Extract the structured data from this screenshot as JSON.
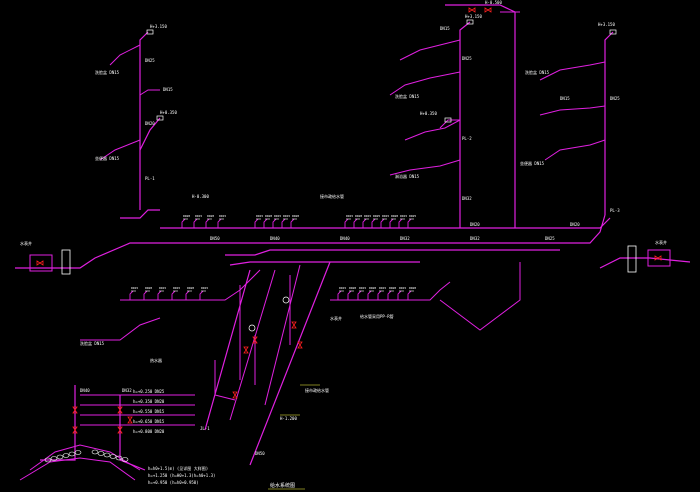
{
  "palette": {
    "background": "#000000",
    "pipe": "#e020e0",
    "valve": "#ff2020",
    "fixture": "#ffffff",
    "label": "#ffffff",
    "leader": "#ffff40"
  },
  "labels": {
    "dn25": "DN25",
    "dn20": "DN20",
    "dn32": "DN32",
    "dn40": "DN40",
    "dn50": "DN50",
    "dn15": "DN15",
    "elev_top": "H+3.150",
    "elev_a": "H+0.350",
    "elev_b": "H-0.500",
    "elev_c": "H-0.300",
    "elev_d": "H-1.200",
    "pl1": "PL-1",
    "pl2": "PL-2",
    "pl3": "PL-3",
    "jl1": "JL-1",
    "note_sink": "洗脸盆 DN15",
    "note_wc": "坐便器 DN15",
    "note_shower": "淋浴器 DN15",
    "note_meter": "水表井",
    "note_supply": "接市政给水管",
    "note_heater": "热水器",
    "note_spec": "给水管采用PP-R管",
    "legend_a": "h=+0.250  DN25",
    "legend_b": "h=+0.350  DN20",
    "legend_c": "h=+0.550  DN15",
    "legend_d": "h=+0.650  DN15",
    "legend_e": "h=+0.800  DN20",
    "spec_line1": "h=h0+1.5(m) (见详图 大样图)",
    "spec_line2": "h=+1.250 (h=H0+1.3(h=h0+1.3)",
    "spec_line3": "h=+0.950  (h=h0+0.950)",
    "title": "给水系统图"
  }
}
